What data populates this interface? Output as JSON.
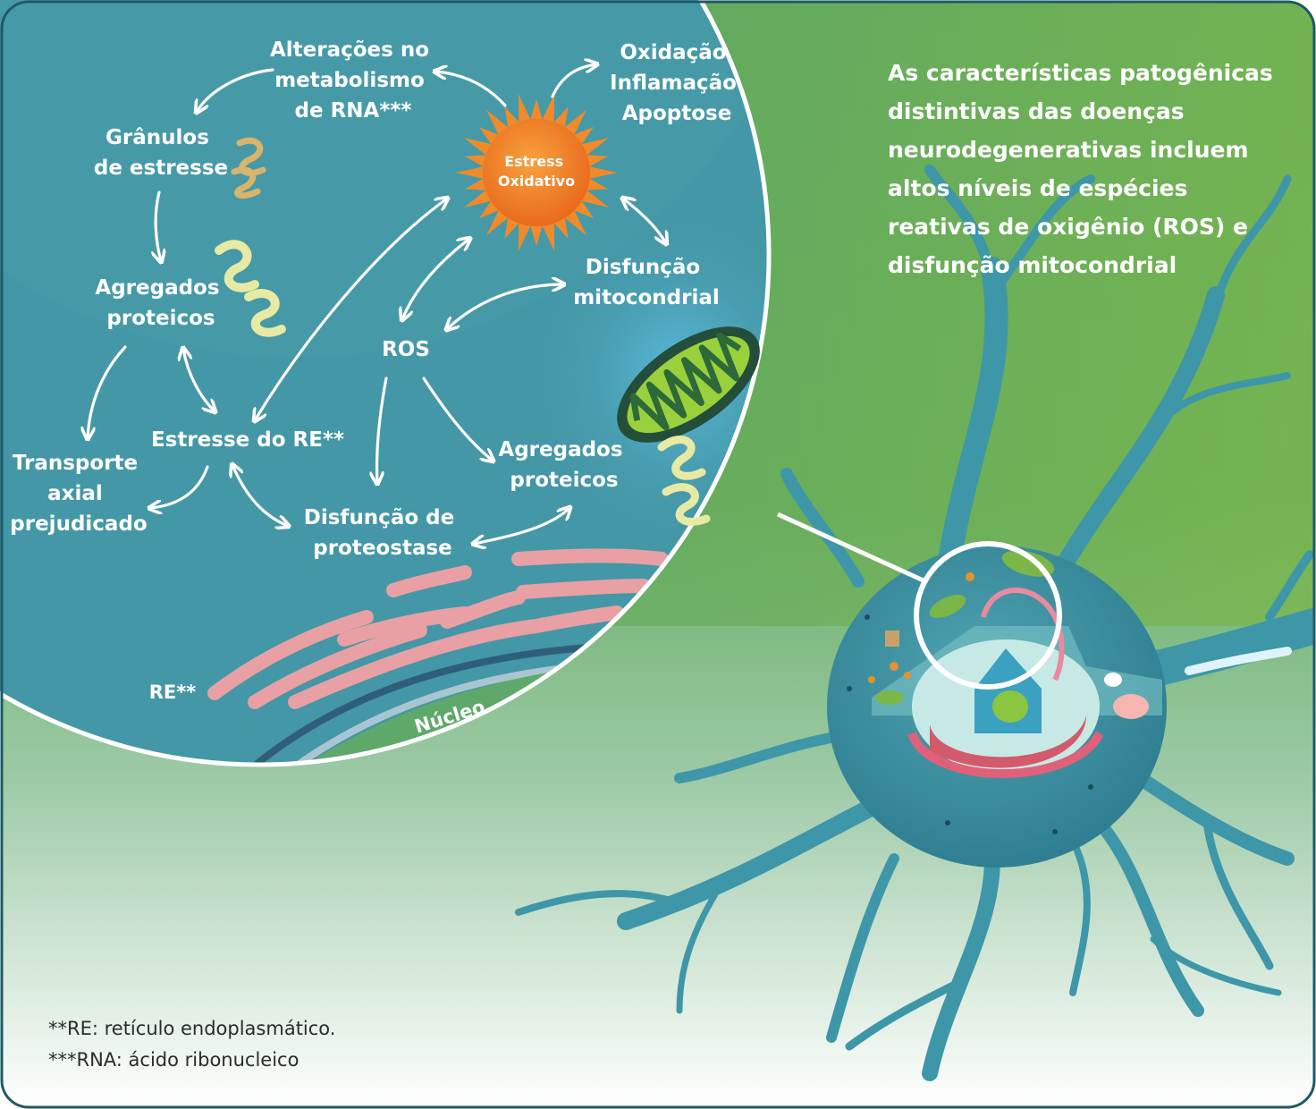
{
  "description": [
    "As características patogênicas",
    "distintivas das doenças",
    "neurodegenerativas incluem",
    "altos níveis de espécies",
    "reativas de oxigênio (ROS) e",
    "disfunção mitocondrial"
  ],
  "labels": {
    "rna": [
      "Alterações no",
      "metabolismo",
      "de RNA***"
    ],
    "oxidation": [
      "Oxidação",
      "Inflamação",
      "Apoptose"
    ],
    "granules": [
      "Grânulos",
      "de estresse"
    ],
    "sun": [
      "Estress",
      "Oxidativo"
    ],
    "aggregates_left": [
      "Agregados",
      "proteicos"
    ],
    "mito_dysfunction": [
      "Disfunção",
      "mitocondrial"
    ],
    "ros": "ROS",
    "er_stress": "Estresse do RE**",
    "axonal": [
      "Transporte",
      "axial",
      "prejudicado"
    ],
    "aggregates_right": [
      "Agregados",
      "proteicos"
    ],
    "proteostasis": [
      "Disfunção de",
      "proteostase"
    ],
    "er": "RE**",
    "nucleus": "Núcleo"
  },
  "footnotes": [
    "**RE: retículo endoplasmático.",
    "***RNA: ácido ribonucleico"
  ],
  "colors": {
    "circle": "#4497a6",
    "green": "#7ab648",
    "sun": "#ee7a22",
    "er_pink": "#e8a0a4",
    "neuron": "#3d97a8"
  }
}
